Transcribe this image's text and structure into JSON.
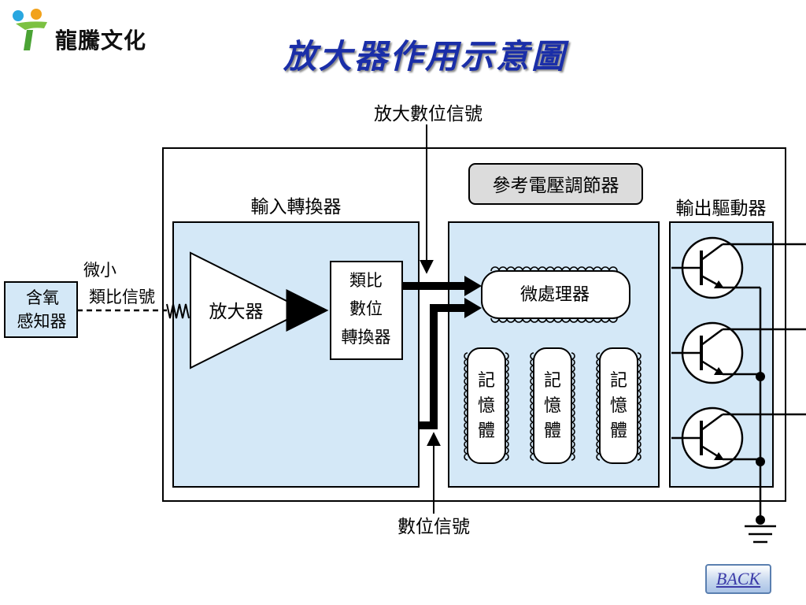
{
  "brand": {
    "name": "龍騰文化"
  },
  "title": "放大器作用示意圖",
  "labels": {
    "top_signal": "放大數位信號",
    "bottom_signal": "數位信號",
    "sensor_line1": "含氧",
    "sensor_line2": "感知器",
    "small_signal_line1": "微小",
    "small_signal_line2": "類比信號",
    "input_converter": "輸入轉換器",
    "amplifier": "放大器",
    "adc_line1": "類比",
    "adc_line2": "數位",
    "adc_line3": "轉換器",
    "voltage_regulator": "參考電壓調節器",
    "microprocessor": "微處理器",
    "memory_line1": "記",
    "memory_line2": "憶",
    "memory_line3": "體",
    "output_driver": "輸出驅動器"
  },
  "nav": {
    "back_label": "BACK"
  }
}
